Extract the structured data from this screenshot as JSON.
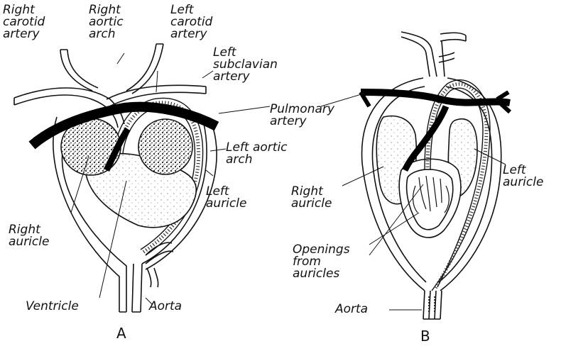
{
  "panel_a": {
    "letter": "A",
    "labels": {
      "right_carotid_artery": "Right\ncarotid\nartery",
      "right_aortic_arch": "Right\naortic\narch",
      "left_carotid_artery": "Left\ncarotid\nartery",
      "left_subclavian_artery": "Left\nsubclavian\nartery",
      "pulmonary_artery": "Pulmonary\nartery",
      "left_aortic_arch": "Left aortic\narch",
      "left_auricle": "Left\nauricle",
      "right_auricle": "Right\nauricle",
      "ventricle": "Ventricle",
      "aorta": "Aorta"
    }
  },
  "panel_b": {
    "letter": "B",
    "labels": {
      "left_auricle": "Left\nauricle",
      "right_auricle": "Right\nauricle",
      "openings_from_auricles": "Openings\nfrom\nauricles",
      "aorta": "Aorta"
    }
  }
}
